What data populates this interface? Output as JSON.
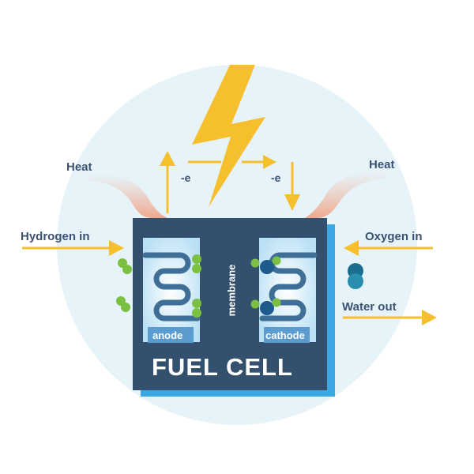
{
  "diagram": {
    "title": "FUEL CELL",
    "labels": {
      "heat_left": "Heat",
      "heat_right": "Heat",
      "hydrogen_in": "Hydrogen in",
      "oxygen_in": "Oxygen in",
      "water_out": "Water out",
      "electron_left": "-e",
      "electron_right": "-e",
      "anode": "anode",
      "cathode": "cathode",
      "membrane": "membrane"
    },
    "icons": [
      "lightning-bolt-icon",
      "heat-wave-icon",
      "arrow-icon",
      "molecule-icon"
    ],
    "colors": {
      "cell_body": "#34506f",
      "cell_shadow": "#3aa9e3",
      "background_circle": "#e6f4fa",
      "arrow": "#f6bf2d",
      "bolt": "#f6bf2d",
      "electrode_panel": "#bfe3f5",
      "coil": "#3f6e96",
      "hydrogen_atom": "#7bc043",
      "oxygen_atom": "#1e5a8c",
      "water_molecule": "#1a6f8f",
      "heat": "#f0b9a4",
      "text": "#3d5272"
    }
  }
}
